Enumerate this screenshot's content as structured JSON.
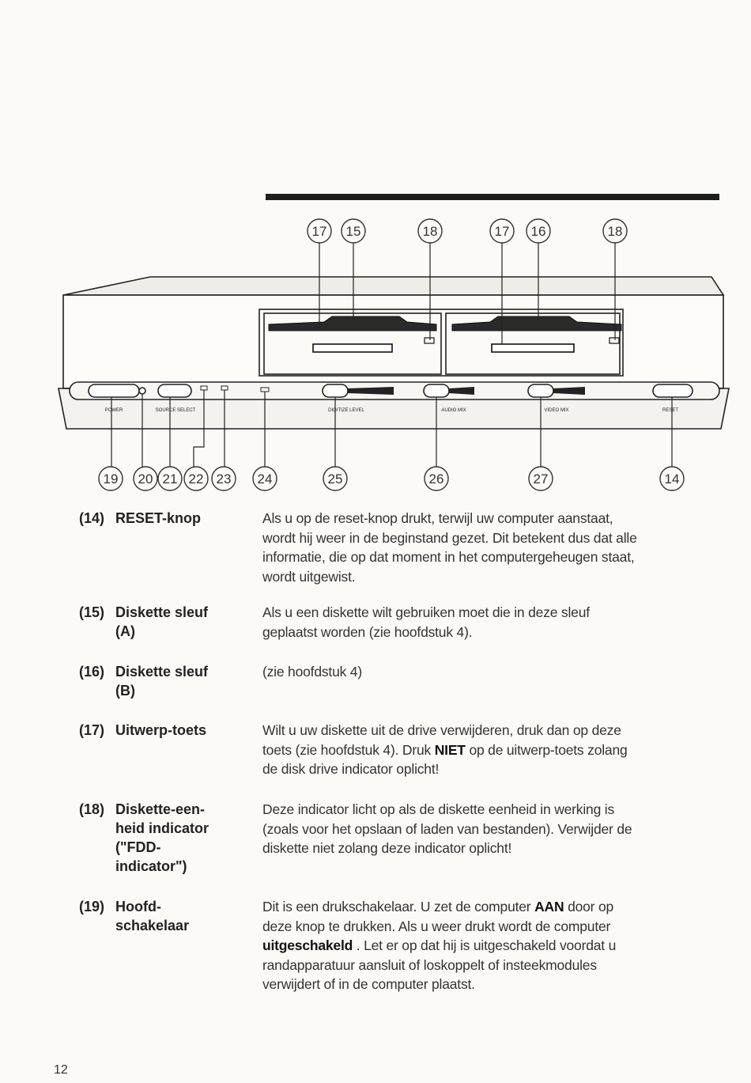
{
  "diagram": {
    "front_labels": {
      "power": "POWER",
      "source_select": "SOURCE SELECT",
      "digitize_level": "DIGITIZE LEVEL",
      "audio_mix": "AUDIO MIX",
      "video_mix": "VIDEO MIX",
      "reset": "RESET"
    },
    "callouts_top": [
      "17",
      "15",
      "18",
      "17",
      "16",
      "18"
    ],
    "callouts_bottom": [
      "19",
      "20",
      "21",
      "22",
      "23",
      "24",
      "25",
      "26",
      "27",
      "14"
    ]
  },
  "entries": [
    {
      "number": "(14)",
      "term": [
        "RESET-knop"
      ],
      "desc": [
        "Als u op de reset-knop drukt, terwijl uw computer aanstaat,",
        "wordt hij weer in de beginstand gezet. Dit betekent dus dat alle",
        "informatie, die op dat moment in het computergeheugen staat,",
        "wordt uitgewist."
      ]
    },
    {
      "number": "(15)",
      "term": [
        "Diskette sleuf",
        "(A)"
      ],
      "desc": [
        "Als u een diskette wilt gebruiken moet die in deze sleuf",
        "geplaatst worden (zie hoofdstuk 4)."
      ]
    },
    {
      "number": "(16)",
      "term": [
        "Diskette sleuf",
        "(B)"
      ],
      "desc": [
        "(zie hoofdstuk 4)"
      ]
    },
    {
      "number": "(17)",
      "term": [
        "Uitwerp-toets"
      ],
      "desc_parts": {
        "l1": "Wilt u uw diskette uit de drive verwijderen, druk dan op deze",
        "l2a": "toets (zie hoofdstuk 4). Druk ",
        "l2b": "NIET",
        "l2c": " op de uitwerp-toets zolang",
        "l3": "de disk drive indicator oplicht!"
      }
    },
    {
      "number": "(18)",
      "term": [
        "Diskette-een-",
        "heid indicator",
        "(\"FDD-",
        "indicator\")"
      ],
      "desc": [
        "Deze indicator licht op als de diskette eenheid in werking is",
        "(zoals voor het opslaan of laden van bestanden). Verwijder de",
        "diskette niet zolang deze indicator oplicht!"
      ]
    },
    {
      "number": "(19)",
      "term": [
        "Hoofd-",
        "schakelaar"
      ],
      "desc_parts": {
        "l1a": "Dit is een drukschakelaar. U zet de computer ",
        "l1b": "AAN",
        "l1c": " door op",
        "l2": "deze knop te drukken. Als u weer drukt wordt de computer",
        "l3a": "uitgeschakeld",
        "l3b": " . Let er op dat hij is uitgeschakeld voordat u",
        "l4": "randapparatuur aansluit of loskoppelt of insteekmodules",
        "l5": "verwijdert of in de computer plaatst."
      }
    }
  ],
  "page_number": "12"
}
